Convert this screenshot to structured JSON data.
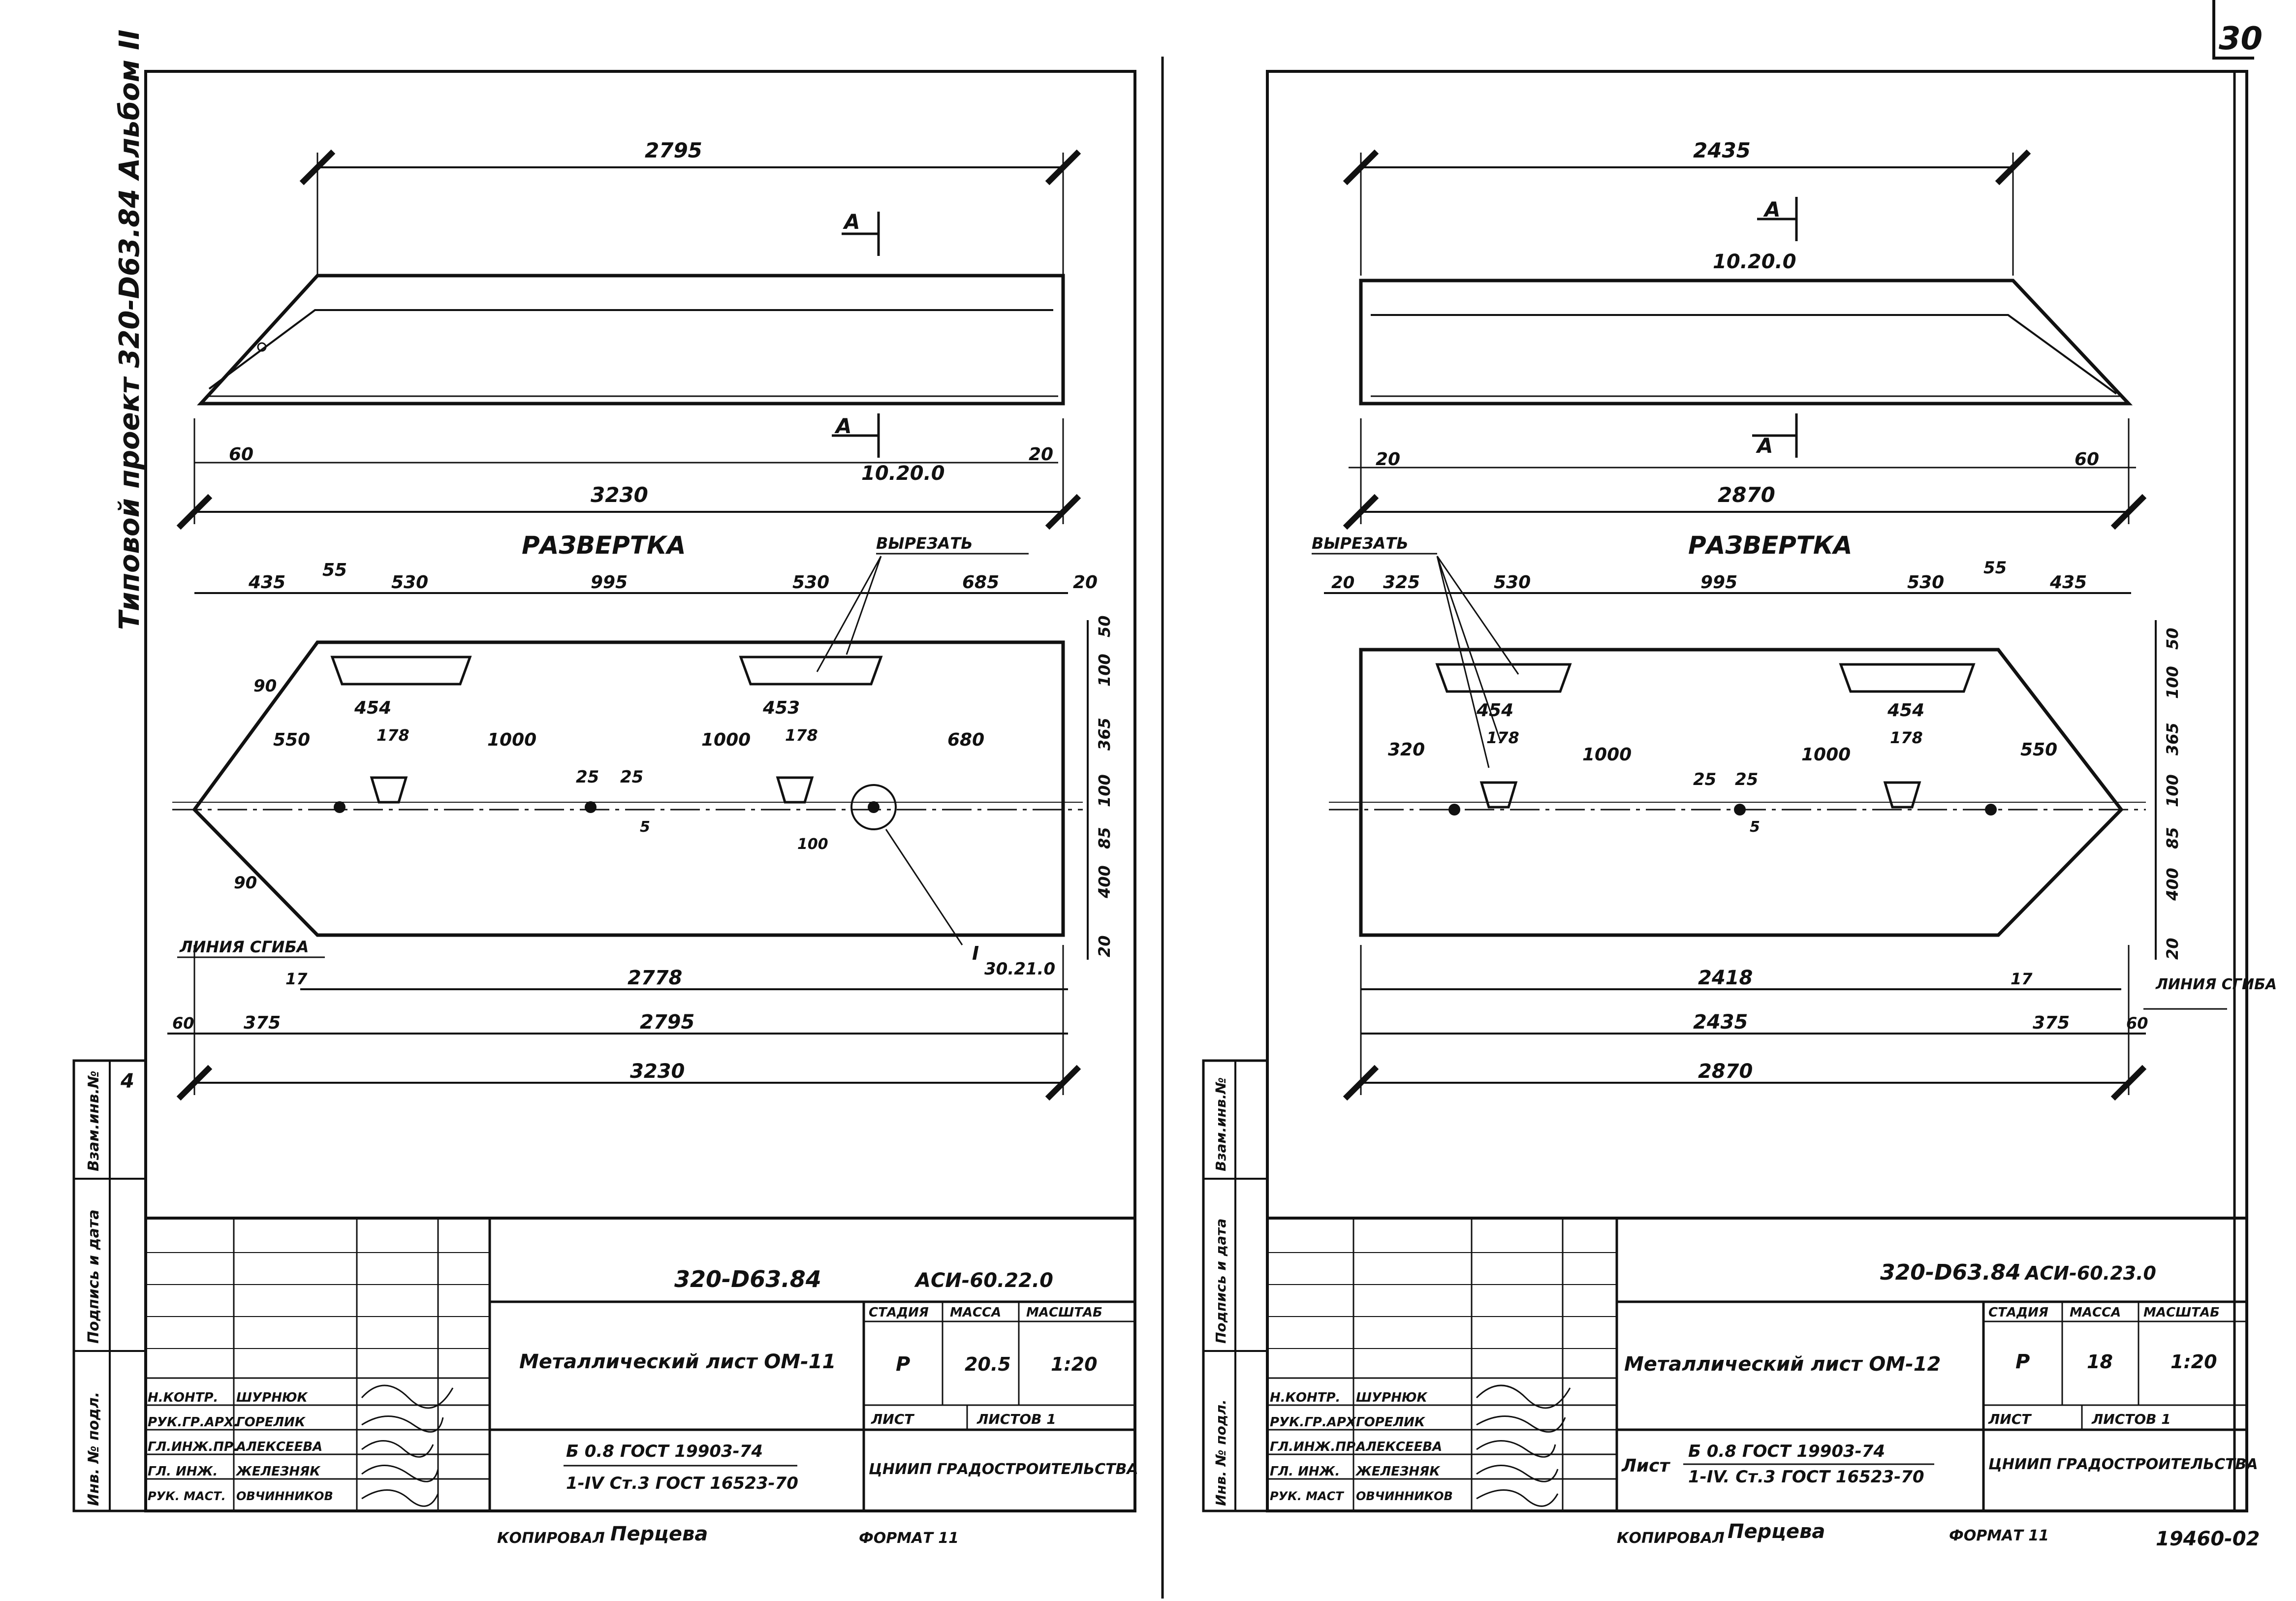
{
  "page_number": "30",
  "side_text": "Типовой проект 320-D63.84 Альбом II",
  "stamp_left": [
    "Инв. № подл.",
    "Подпись и дата",
    "Взам.инв.№"
  ],
  "stamp_left_value": "4",
  "sheets": [
    {
      "side_view": {
        "dim_top": "2795",
        "section_mark": "A",
        "section_ref": "10.20.0",
        "dim_left_small": "60",
        "dim_right_small": "20",
        "dim_bottom": "3230"
      },
      "unfold": {
        "title": "РАЗВЕРТКА",
        "cutout_label": "ВЫРЕЗАТЬ",
        "top_dims": [
          "435",
          "55",
          "530",
          "995",
          "530",
          "685",
          "20"
        ],
        "right_dims": [
          "50",
          "100",
          "365",
          "100",
          "85",
          "400",
          "20"
        ],
        "slot_width_1": "454",
        "slot_width_2": "453",
        "small_slot_1": "178",
        "small_slot_2": "178",
        "dim_550": "550",
        "dim_1000_a": "1000",
        "dim_1000_b": "1000",
        "dim_680": "680",
        "dim_25_a": "25",
        "dim_25_b": "25",
        "dim_5": "5",
        "dim_100": "100",
        "angle_90_top": "90",
        "angle_90_bottom": "90",
        "fold_line_label": "ЛИНИЯ СГИБА",
        "detail_mark": "I",
        "detail_ref": "30.21.0",
        "bottom_dims": {
          "d17": "17",
          "d2778": "2778",
          "d60": "60",
          "d375": "375",
          "d2795": "2795",
          "d3230": "3230"
        }
      },
      "title_block": {
        "code": "320-D63.84",
        "sheet_code": "АСИ-60.22.0",
        "name": "Металлический лист ОМ-11",
        "stage_header": "СТАДИЯ",
        "mass_header": "МАССА",
        "scale_header": "МАСШТАБ",
        "stage": "Р",
        "mass": "20.5",
        "scale": "1:20",
        "sheet_label": "ЛИСТ",
        "sheets_label": "ЛИСТОВ 1",
        "material_1": "Б 0.8 ГОСТ 19903-74",
        "material_2": "1-IV Ст.3 ГОСТ 16523-70",
        "org": "ЦНИИП ГРАДОСТРОИТЕЛЬСТВА",
        "roles": [
          {
            "role": "Н.КОНТР.",
            "name": "ШУРНЮК"
          },
          {
            "role": "РУК.ГР.АРХ.",
            "name": "ГОРЕЛИК"
          },
          {
            "role": "ГЛ.ИНЖ.ПР.",
            "name": "АЛЕКСЕЕВА"
          },
          {
            "role": "ГЛ. ИНЖ.",
            "name": "ЖЕЛЕЗНЯК"
          },
          {
            "role": "РУК. МАСТ.",
            "name": "ОВЧИННИКОВ"
          }
        ],
        "copied_label": "КОПИРОВАЛ",
        "copied_name": "Перцева",
        "format_label": "ФОРМАТ 11"
      }
    },
    {
      "side_view": {
        "dim_top": "2435",
        "section_mark": "A",
        "section_ref": "10.20.0",
        "dim_left_small": "20",
        "dim_right_small": "60",
        "dim_bottom": "2870"
      },
      "unfold": {
        "title": "РАЗВЕРТКА",
        "cutout_label": "ВЫРЕЗАТЬ",
        "top_dims": [
          "20",
          "325",
          "530",
          "995",
          "530",
          "55",
          "435"
        ],
        "right_dims": [
          "50",
          "100",
          "365",
          "100",
          "85",
          "400",
          "20"
        ],
        "slot_width_1": "454",
        "slot_width_2": "454",
        "small_slot_1": "178",
        "small_slot_2": "178",
        "dim_320": "320",
        "dim_1000_a": "1000",
        "dim_1000_b": "1000",
        "dim_550": "550",
        "dim_25_a": "25",
        "dim_25_b": "25",
        "dim_5": "5",
        "fold_line_label": "ЛИНИЯ СГИБА",
        "bottom_dims": {
          "d17": "17",
          "d2418": "2418",
          "d2435": "2435",
          "d375": "375",
          "d60": "60",
          "d2870": "2870"
        }
      },
      "title_block": {
        "code": "320-D63.84",
        "sheet_code": "АСИ-60.23.0",
        "name": "Металлический лист ОМ-12",
        "stage_header": "СТАДИЯ",
        "mass_header": "МАССА",
        "scale_header": "МАСШТАБ",
        "stage": "Р",
        "mass": "18",
        "scale": "1:20",
        "sheet_label": "ЛИСТ",
        "sheets_label": "ЛИСТОВ 1",
        "list_word": "Лист",
        "material_1": "Б 0.8 ГОСТ 19903-74",
        "material_2": "1-IV. Ст.3 ГОСТ 16523-70",
        "org": "ЦНИИП ГРАДОСТРОИТЕЛЬСТВА",
        "roles": [
          {
            "role": "Н.КОНТР.",
            "name": "ШУРНЮК"
          },
          {
            "role": "РУК.ГР.АРХ.",
            "name": "ГОРЕЛИК"
          },
          {
            "role": "ГЛ.ИНЖ.ПР.",
            "name": "АЛЕКСЕЕВА"
          },
          {
            "role": "ГЛ. ИНЖ.",
            "name": "ЖЕЛЕЗНЯК"
          },
          {
            "role": "РУК. МАСТ",
            "name": "ОВЧИННИКОВ"
          }
        ],
        "copied_label": "КОПИРОВАЛ",
        "copied_name": "Перцева",
        "format_label": "ФОРМАТ 11",
        "archive_no": "19460-02"
      }
    }
  ]
}
